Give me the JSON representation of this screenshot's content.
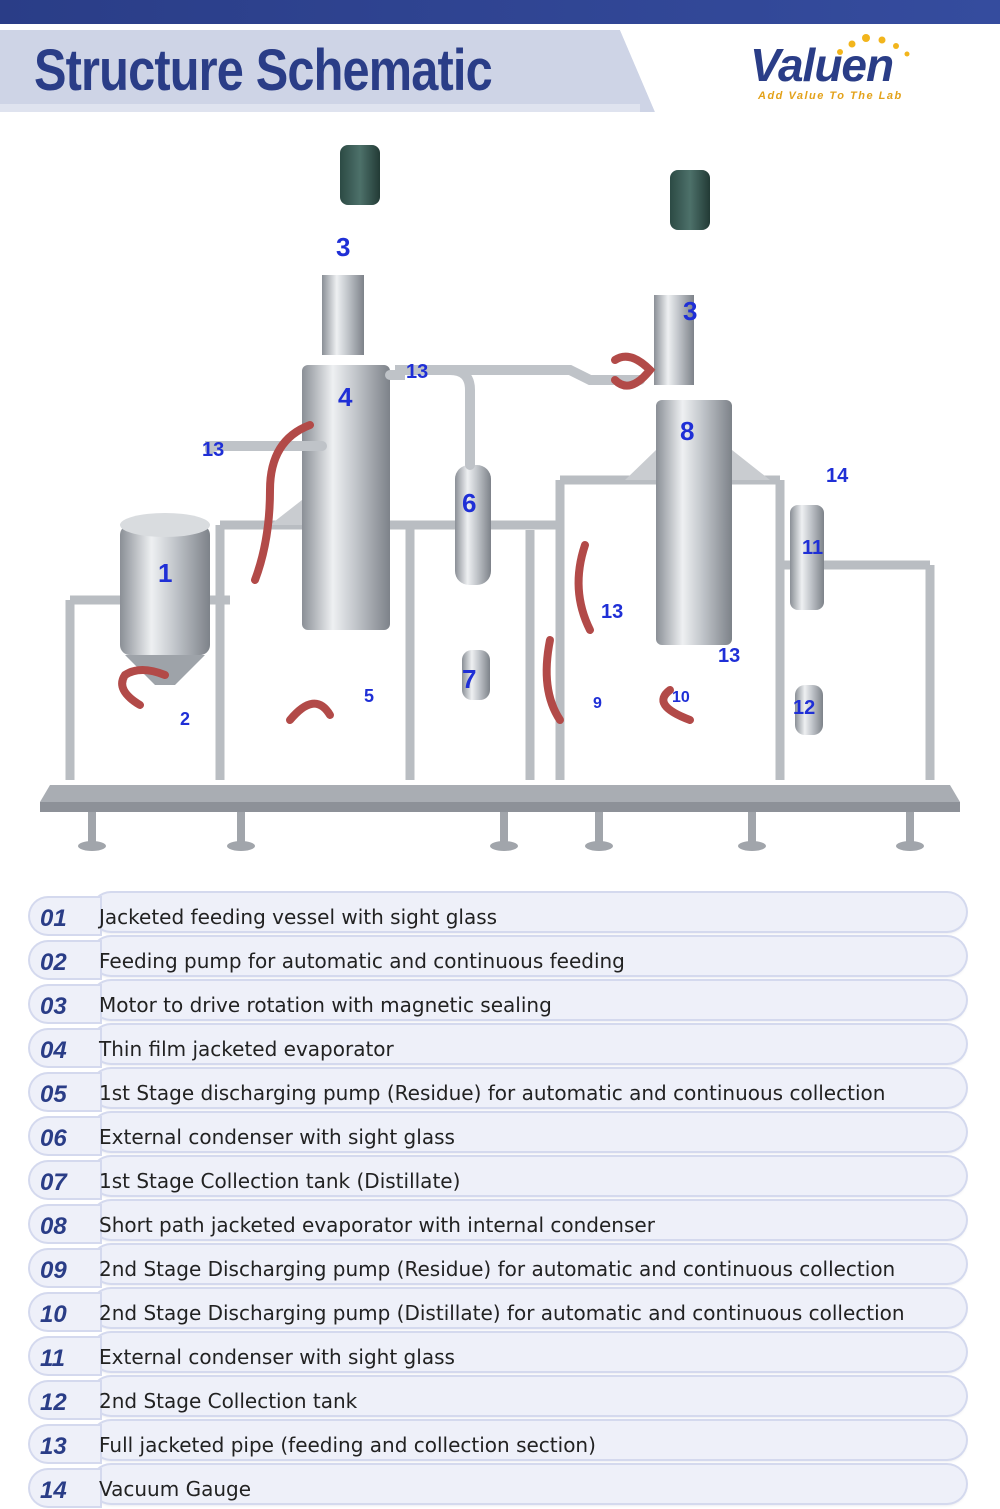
{
  "header": {
    "title": "Structure Schematic",
    "logo_text": "Valuen",
    "logo_tagline": "Add Value To The Lab",
    "colors": {
      "title": "#2a3d87",
      "band": "#2a3d87",
      "logo_tag": "#e3a21a"
    }
  },
  "photo": {
    "alt": "equipment-photo",
    "callouts": [
      "1",
      "2",
      "3",
      "3",
      "4",
      "5",
      "6",
      "7",
      "8",
      "9",
      "10",
      "11",
      "12",
      "13",
      "13",
      "13",
      "13",
      "14"
    ],
    "callout_color": "#1f2fd6"
  },
  "legend": {
    "items": [
      {
        "num": "01",
        "text": "Jacketed feeding vessel with sight glass"
      },
      {
        "num": "02",
        "text": "Feeding pump for automatic and continuous feeding"
      },
      {
        "num": "03",
        "text": "Motor to drive rotation with magnetic sealing"
      },
      {
        "num": "04",
        "text": "Thin film jacketed evaporator"
      },
      {
        "num": "05",
        "text": "1st Stage discharging pump (Residue) for automatic and continuous collection"
      },
      {
        "num": "06",
        "text": "External condenser with sight glass"
      },
      {
        "num": "07",
        "text": "1st Stage Collection tank (Distillate)"
      },
      {
        "num": "08",
        "text": "Short path jacketed evaporator with internal condenser"
      },
      {
        "num": "09",
        "text": "2nd Stage Discharging pump (Residue) for automatic and continuous collection"
      },
      {
        "num": "10",
        "text": "2nd Stage Discharging pump (Distillate) for automatic and continuous collection"
      },
      {
        "num": "11",
        "text": "External condenser with sight glass"
      },
      {
        "num": "12",
        "text": "2nd Stage Collection tank"
      },
      {
        "num": "13",
        "text": "Full jacketed pipe (feeding and collection section)"
      },
      {
        "num": "14",
        "text": "Vacuum Gauge"
      }
    ]
  }
}
